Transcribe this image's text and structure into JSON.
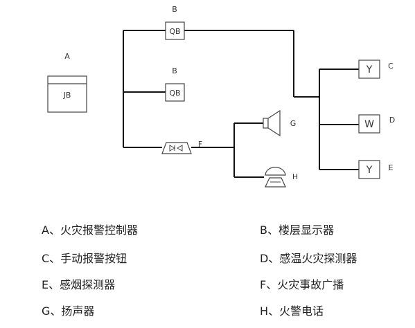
{
  "labels": {
    "A": "A",
    "B_top": "B",
    "B_mid": "B",
    "C": "C",
    "D": "D",
    "E": "E",
    "F": "F",
    "G": "G",
    "H": "H"
  },
  "box_text": {
    "controller": "JB",
    "floor_display_top": "QB",
    "floor_display_mid": "QB",
    "detector_c": "Y",
    "detector_d": "W",
    "detector_e": "Y"
  },
  "legend": [
    {
      "left": "A、火灾报警控制器",
      "right": "B、楼层显示器"
    },
    {
      "left": "C、手动报警按钮",
      "right": "D、感温火灾探测器"
    },
    {
      "left": "E、感烟探测器",
      "right": "F、火灾事故广播"
    },
    {
      "left": "G、扬声器",
      "right": "H、火警电话"
    }
  ]
}
